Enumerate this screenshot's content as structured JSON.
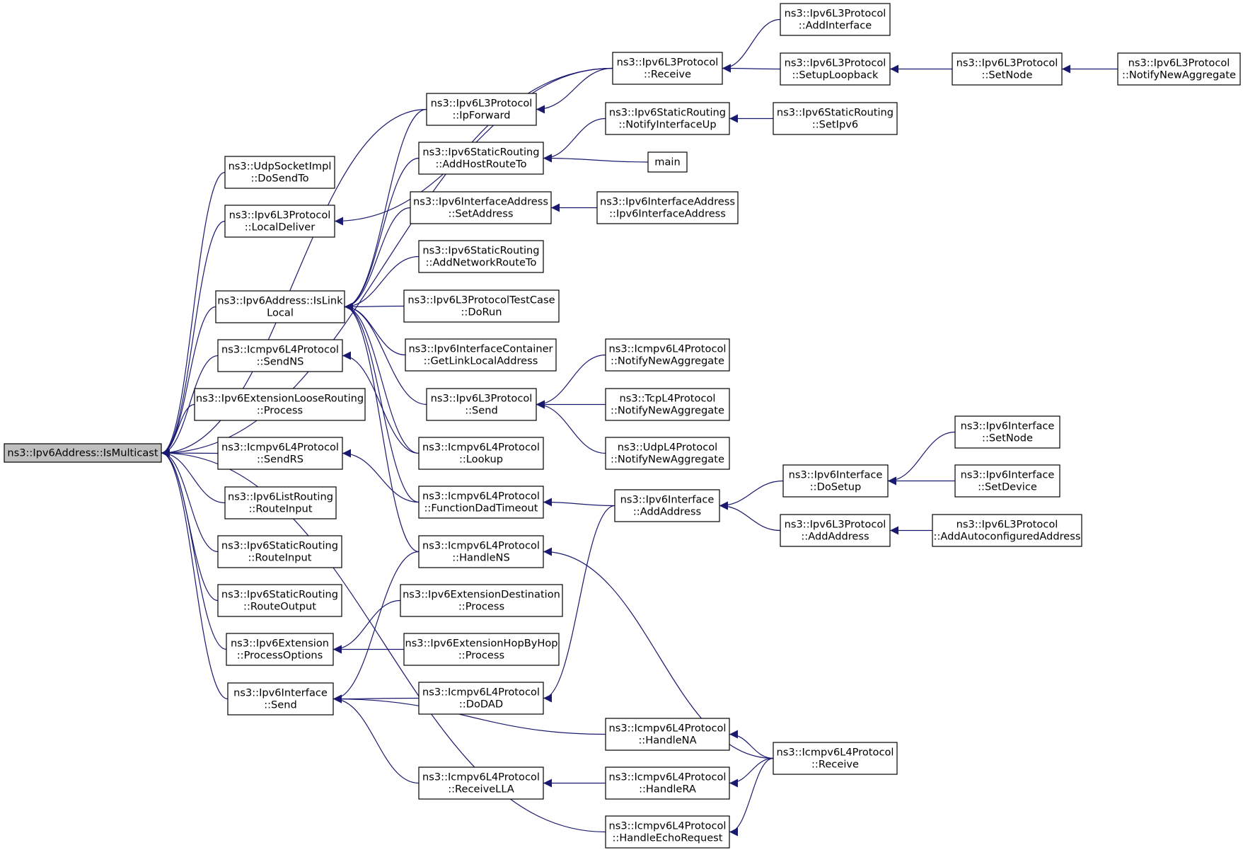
{
  "colors": {
    "edge": "#191970",
    "root_fill": "#bfbfbf",
    "node_fill": "#ffffff",
    "node_border": "#000000"
  },
  "nodes": [
    {
      "id": "n_root",
      "lines": [
        "ns3::Ipv6Address::IsMulticast"
      ],
      "root": true
    },
    {
      "id": "n_udp_dosendto",
      "lines": [
        "ns3::UdpSocketImpl",
        "::DoSendTo"
      ]
    },
    {
      "id": "n_l3_localdeliver",
      "lines": [
        "ns3::Ipv6L3Protocol",
        "::LocalDeliver"
      ]
    },
    {
      "id": "n_islinklocal",
      "lines": [
        "ns3::Ipv6Address::IsLink",
        "Local"
      ]
    },
    {
      "id": "n_icmp_sendns",
      "lines": [
        "ns3::Icmpv6L4Protocol",
        "::SendNS"
      ]
    },
    {
      "id": "n_ext_looserouting",
      "lines": [
        "ns3::Ipv6ExtensionLooseRouting",
        "::Process"
      ]
    },
    {
      "id": "n_icmp_sendrs",
      "lines": [
        "ns3::Icmpv6L4Protocol",
        "::SendRS"
      ]
    },
    {
      "id": "n_listrouting_routeinput",
      "lines": [
        "ns3::Ipv6ListRouting",
        "::RouteInput"
      ]
    },
    {
      "id": "n_static_routeinput",
      "lines": [
        "ns3::Ipv6StaticRouting",
        "::RouteInput"
      ]
    },
    {
      "id": "n_static_routeoutput",
      "lines": [
        "ns3::Ipv6StaticRouting",
        "::RouteOutput"
      ]
    },
    {
      "id": "n_ext_processoptions",
      "lines": [
        "ns3::Ipv6Extension",
        "::ProcessOptions"
      ]
    },
    {
      "id": "n_iface_send",
      "lines": [
        "ns3::Ipv6Interface",
        "::Send"
      ]
    },
    {
      "id": "n_l3_ipforward",
      "lines": [
        "ns3::Ipv6L3Protocol",
        "::IpForward"
      ]
    },
    {
      "id": "n_static_addhostrouteto",
      "lines": [
        "ns3::Ipv6StaticRouting",
        "::AddHostRouteTo"
      ]
    },
    {
      "id": "n_ifaddr_setaddress",
      "lines": [
        "ns3::Ipv6InterfaceAddress",
        "::SetAddress"
      ]
    },
    {
      "id": "n_static_addnetworkrouteto",
      "lines": [
        "ns3::Ipv6StaticRouting",
        "::AddNetworkRouteTo"
      ]
    },
    {
      "id": "n_l3test_dorun",
      "lines": [
        "ns3::Ipv6L3ProtocolTestCase",
        "::DoRun"
      ]
    },
    {
      "id": "n_ifcontainer_getlinklocal",
      "lines": [
        "ns3::Ipv6InterfaceContainer",
        "::GetLinkLocalAddress"
      ]
    },
    {
      "id": "n_l3_send",
      "lines": [
        "ns3::Ipv6L3Protocol",
        "::Send"
      ]
    },
    {
      "id": "n_icmp_lookup",
      "lines": [
        "ns3::Icmpv6L4Protocol",
        "::Lookup"
      ]
    },
    {
      "id": "n_icmp_functiondadtimeout",
      "lines": [
        "ns3::Icmpv6L4Protocol",
        "::FunctionDadTimeout"
      ]
    },
    {
      "id": "n_icmp_handlens",
      "lines": [
        "ns3::Icmpv6L4Protocol",
        "::HandleNS"
      ]
    },
    {
      "id": "n_ext_destination_process",
      "lines": [
        "ns3::Ipv6ExtensionDestination",
        "::Process"
      ]
    },
    {
      "id": "n_ext_hopbyhop_process",
      "lines": [
        "ns3::Ipv6ExtensionHopByHop",
        "::Process"
      ]
    },
    {
      "id": "n_icmp_dodad",
      "lines": [
        "ns3::Icmpv6L4Protocol",
        "::DoDAD"
      ]
    },
    {
      "id": "n_icmp_receivella",
      "lines": [
        "ns3::Icmpv6L4Protocol",
        "::ReceiveLLA"
      ]
    },
    {
      "id": "n_l3_receive",
      "lines": [
        "ns3::Ipv6L3Protocol",
        "::Receive"
      ]
    },
    {
      "id": "n_static_notifyinterfaceup",
      "lines": [
        "ns3::Ipv6StaticRouting",
        "::NotifyInterfaceUp"
      ]
    },
    {
      "id": "n_main",
      "lines": [
        "main"
      ]
    },
    {
      "id": "n_ifaddr_ctor",
      "lines": [
        "ns3::Ipv6InterfaceAddress",
        "::Ipv6InterfaceAddress"
      ]
    },
    {
      "id": "n_icmp_notifynewaggregate",
      "lines": [
        "ns3::Icmpv6L4Protocol",
        "::NotifyNewAggregate"
      ]
    },
    {
      "id": "n_tcp_notifynewaggregate",
      "lines": [
        "ns3::TcpL4Protocol",
        "::NotifyNewAggregate"
      ]
    },
    {
      "id": "n_udp_notifynewaggregate",
      "lines": [
        "ns3::UdpL4Protocol",
        "::NotifyNewAggregate"
      ]
    },
    {
      "id": "n_iface_addaddress",
      "lines": [
        "ns3::Ipv6Interface",
        "::AddAddress"
      ]
    },
    {
      "id": "n_icmp_handlena",
      "lines": [
        "ns3::Icmpv6L4Protocol",
        "::HandleNA"
      ]
    },
    {
      "id": "n_icmp_handlera",
      "lines": [
        "ns3::Icmpv6L4Protocol",
        "::HandleRA"
      ]
    },
    {
      "id": "n_icmp_handleechorequest",
      "lines": [
        "ns3::Icmpv6L4Protocol",
        "::HandleEchoRequest"
      ]
    },
    {
      "id": "n_l3_addinterface",
      "lines": [
        "ns3::Ipv6L3Protocol",
        "::AddInterface"
      ]
    },
    {
      "id": "n_l3_setuploopback",
      "lines": [
        "ns3::Ipv6L3Protocol",
        "::SetupLoopback"
      ]
    },
    {
      "id": "n_static_setipv6",
      "lines": [
        "ns3::Ipv6StaticRouting",
        "::SetIpv6"
      ]
    },
    {
      "id": "n_iface_dosetup",
      "lines": [
        "ns3::Ipv6Interface",
        "::DoSetup"
      ]
    },
    {
      "id": "n_l3_addaddress",
      "lines": [
        "ns3::Ipv6L3Protocol",
        "::AddAddress"
      ]
    },
    {
      "id": "n_icmp_receive",
      "lines": [
        "ns3::Icmpv6L4Protocol",
        "::Receive"
      ]
    },
    {
      "id": "n_l3_setnode",
      "lines": [
        "ns3::Ipv6L3Protocol",
        "::SetNode"
      ]
    },
    {
      "id": "n_iface_setnode",
      "lines": [
        "ns3::Ipv6Interface",
        "::SetNode"
      ]
    },
    {
      "id": "n_iface_setdevice",
      "lines": [
        "ns3::Ipv6Interface",
        "::SetDevice"
      ]
    },
    {
      "id": "n_l3_addautoconfigured",
      "lines": [
        "ns3::Ipv6L3Protocol",
        "::AddAutoconfiguredAddress"
      ]
    },
    {
      "id": "n_l3_notifynewaggregate",
      "lines": [
        "ns3::Ipv6L3Protocol",
        "::NotifyNewAggregate"
      ]
    }
  ],
  "edges": [
    {
      "from": "n_udp_dosendto",
      "to": "n_root"
    },
    {
      "from": "n_l3_localdeliver",
      "to": "n_root"
    },
    {
      "from": "n_l3_receive",
      "to": "n_root"
    },
    {
      "from": "n_l3_ipforward",
      "to": "n_root"
    },
    {
      "from": "n_islinklocal",
      "to": "n_root"
    },
    {
      "from": "n_icmp_sendns",
      "to": "n_root"
    },
    {
      "from": "n_ext_looserouting",
      "to": "n_root"
    },
    {
      "from": "n_icmp_sendrs",
      "to": "n_root"
    },
    {
      "from": "n_listrouting_routeinput",
      "to": "n_root"
    },
    {
      "from": "n_static_routeinput",
      "to": "n_root"
    },
    {
      "from": "n_static_routeoutput",
      "to": "n_root"
    },
    {
      "from": "n_ext_processoptions",
      "to": "n_root"
    },
    {
      "from": "n_iface_send",
      "to": "n_root"
    },
    {
      "from": "n_icmp_handleechorequest",
      "to": "n_root"
    },
    {
      "from": "n_l3_receive",
      "to": "n_l3_localdeliver"
    },
    {
      "from": "n_l3_ipforward",
      "to": "n_islinklocal"
    },
    {
      "from": "n_static_addhostrouteto",
      "to": "n_islinklocal"
    },
    {
      "from": "n_ifaddr_setaddress",
      "to": "n_islinklocal"
    },
    {
      "from": "n_static_addnetworkrouteto",
      "to": "n_islinklocal"
    },
    {
      "from": "n_l3test_dorun",
      "to": "n_islinklocal"
    },
    {
      "from": "n_ifcontainer_getlinklocal",
      "to": "n_islinklocal"
    },
    {
      "from": "n_l3_send",
      "to": "n_islinklocal"
    },
    {
      "from": "n_icmp_lookup",
      "to": "n_islinklocal"
    },
    {
      "from": "n_icmp_functiondadtimeout",
      "to": "n_islinklocal"
    },
    {
      "from": "n_icmp_handlens",
      "to": "n_islinklocal"
    },
    {
      "from": "n_icmp_lookup",
      "to": "n_icmp_sendns"
    },
    {
      "from": "n_icmp_functiondadtimeout",
      "to": "n_icmp_sendrs"
    },
    {
      "from": "n_ext_destination_process",
      "to": "n_ext_processoptions"
    },
    {
      "from": "n_ext_hopbyhop_process",
      "to": "n_ext_processoptions"
    },
    {
      "from": "n_icmp_handlens",
      "to": "n_iface_send"
    },
    {
      "from": "n_icmp_dodad",
      "to": "n_iface_send"
    },
    {
      "from": "n_icmp_handlena",
      "to": "n_iface_send"
    },
    {
      "from": "n_icmp_receivella",
      "to": "n_iface_send"
    },
    {
      "from": "n_l3_receive",
      "to": "n_l3_ipforward"
    },
    {
      "from": "n_static_notifyinterfaceup",
      "to": "n_static_addhostrouteto"
    },
    {
      "from": "n_main",
      "to": "n_static_addhostrouteto"
    },
    {
      "from": "n_ifaddr_ctor",
      "to": "n_ifaddr_setaddress"
    },
    {
      "from": "n_icmp_notifynewaggregate",
      "to": "n_l3_send"
    },
    {
      "from": "n_tcp_notifynewaggregate",
      "to": "n_l3_send"
    },
    {
      "from": "n_udp_notifynewaggregate",
      "to": "n_l3_send"
    },
    {
      "from": "n_iface_addaddress",
      "to": "n_icmp_functiondadtimeout"
    },
    {
      "from": "n_icmp_receive",
      "to": "n_icmp_handlens"
    },
    {
      "from": "n_iface_addaddress",
      "to": "n_icmp_dodad"
    },
    {
      "from": "n_icmp_handlera",
      "to": "n_icmp_receivella"
    },
    {
      "from": "n_l3_addinterface",
      "to": "n_l3_receive"
    },
    {
      "from": "n_l3_setuploopback",
      "to": "n_l3_receive"
    },
    {
      "from": "n_static_setipv6",
      "to": "n_static_notifyinterfaceup"
    },
    {
      "from": "n_iface_dosetup",
      "to": "n_iface_addaddress"
    },
    {
      "from": "n_l3_addaddress",
      "to": "n_iface_addaddress"
    },
    {
      "from": "n_icmp_receive",
      "to": "n_icmp_handlena"
    },
    {
      "from": "n_icmp_receive",
      "to": "n_icmp_handlera"
    },
    {
      "from": "n_icmp_receive",
      "to": "n_icmp_handleechorequest"
    },
    {
      "from": "n_l3_setnode",
      "to": "n_l3_setuploopback"
    },
    {
      "from": "n_iface_setnode",
      "to": "n_iface_dosetup"
    },
    {
      "from": "n_iface_setdevice",
      "to": "n_iface_dosetup"
    },
    {
      "from": "n_l3_addautoconfigured",
      "to": "n_l3_addaddress"
    },
    {
      "from": "n_l3_notifynewaggregate",
      "to": "n_l3_setnode"
    }
  ]
}
